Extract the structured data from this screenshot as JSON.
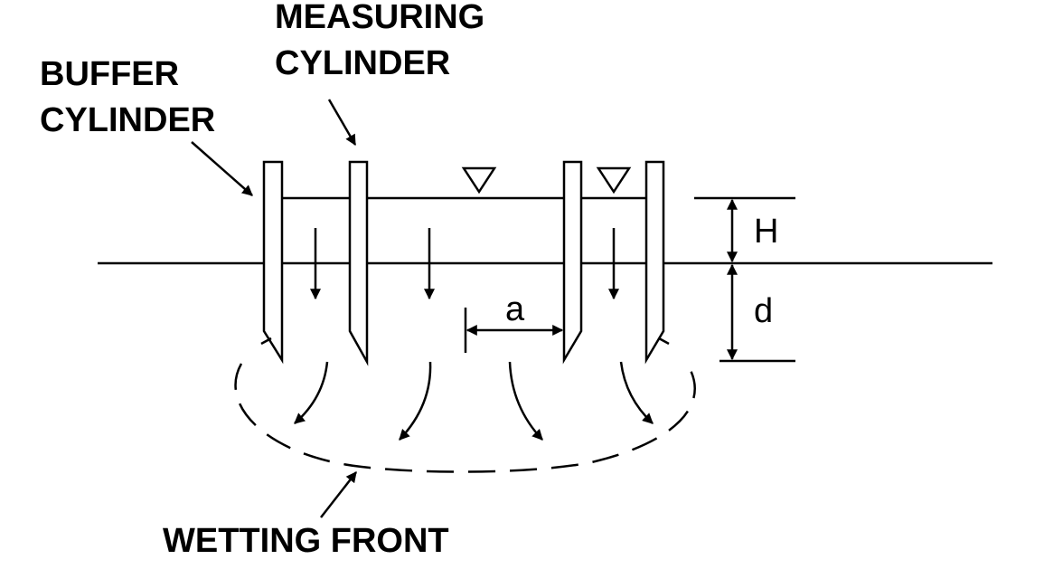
{
  "labels": {
    "measuring_line1": "MEASURING",
    "measuring_line2": "CYLINDER",
    "buffer_line1": "BUFFER",
    "buffer_line2": "CYLINDER",
    "wetting_front": "WETTING FRONT",
    "dim_h": "H",
    "dim_d": "d",
    "dim_a": "a"
  }
}
